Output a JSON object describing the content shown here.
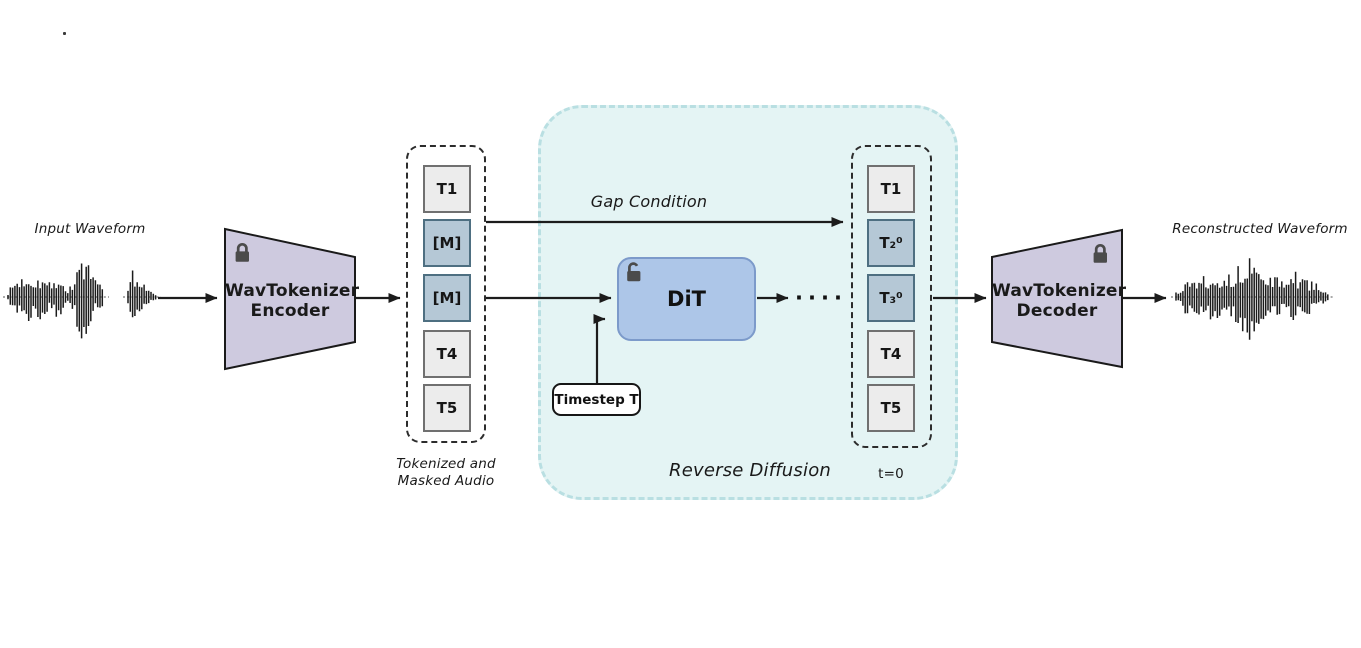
{
  "input": {
    "label": "Input Waveform"
  },
  "encoder": {
    "name_line1": "WavTokenizer",
    "name_line2": "Encoder",
    "lock_icon": "lock-closed"
  },
  "masked_audio": {
    "caption_line1": "Tokenized and",
    "caption_line2": "Masked Audio",
    "tokens": [
      {
        "label": "T1",
        "masked": false
      },
      {
        "label": "[M]",
        "masked": true
      },
      {
        "label": "[M]",
        "masked": true
      },
      {
        "label": "T4",
        "masked": false
      },
      {
        "label": "T5",
        "masked": false
      }
    ]
  },
  "reverse_diffusion": {
    "region_label": "Reverse Diffusion",
    "gap_condition_label": "Gap Condition",
    "dit_label": "DiT",
    "dit_lock_icon": "lock-open",
    "timestep_label": "Timestep T",
    "ellipsis": "····",
    "t0_label": "t=0",
    "output_tokens": [
      {
        "label": "T1",
        "masked": false
      },
      {
        "label": "T₂⁰",
        "masked": true
      },
      {
        "label": "T₃⁰",
        "masked": true
      },
      {
        "label": "T4",
        "masked": false
      },
      {
        "label": "T5",
        "masked": false
      }
    ]
  },
  "decoder": {
    "name_line1": "WavTokenizer",
    "name_line2": "Decoder",
    "lock_icon": "lock-closed"
  },
  "output": {
    "label": "Reconstructed Waveform"
  },
  "colors": {
    "encoder_fill": "#cecadf",
    "encoder_stroke": "#1a1a1a",
    "token_fill": "#ececec",
    "token_stroke": "#707070",
    "masked_fill": "#b5c8d6",
    "masked_stroke": "#4e6f81",
    "dit_fill": "#adc6e8",
    "dit_stroke": "#7c9aca",
    "region_fill": "#e4f4f4",
    "region_stroke": "#b9dfe2",
    "line": "#1c1c1c",
    "text": "#1a1a1a"
  }
}
